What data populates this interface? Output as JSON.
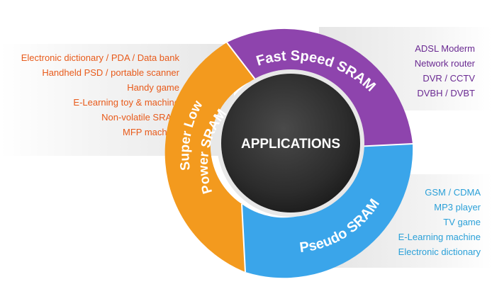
{
  "center_label": "APPLICATIONS",
  "segments": {
    "fast_speed": {
      "label": "Fast Speed SRAM",
      "color": "#8e44ad"
    },
    "pseudo": {
      "label": "Pseudo SRAM",
      "color": "#3aa5ea"
    },
    "super_low": {
      "line1": "Super Low",
      "line2": "Power SRAM",
      "color": "#f39a1e"
    }
  },
  "lists": {
    "left": {
      "color": "#e85a1a",
      "items": [
        "Electronic dictionary / PDA / Data bank",
        "Handheld PSD / portable scanner",
        "Handy game",
        "E-Learning toy & machine",
        "Non-volatile SRAM",
        "MFP machine"
      ]
    },
    "right": {
      "color": "#6a2a92",
      "items": [
        "ADSL Moderm",
        "Network router",
        "DVR / CCTV",
        "DVBH / DVBT"
      ]
    },
    "bottom_right": {
      "color": "#2aa0d8",
      "items": [
        "GSM / CDMA",
        "MP3 player",
        "TV game",
        "E-Learning machine",
        "Electronic dictionary"
      ]
    }
  }
}
